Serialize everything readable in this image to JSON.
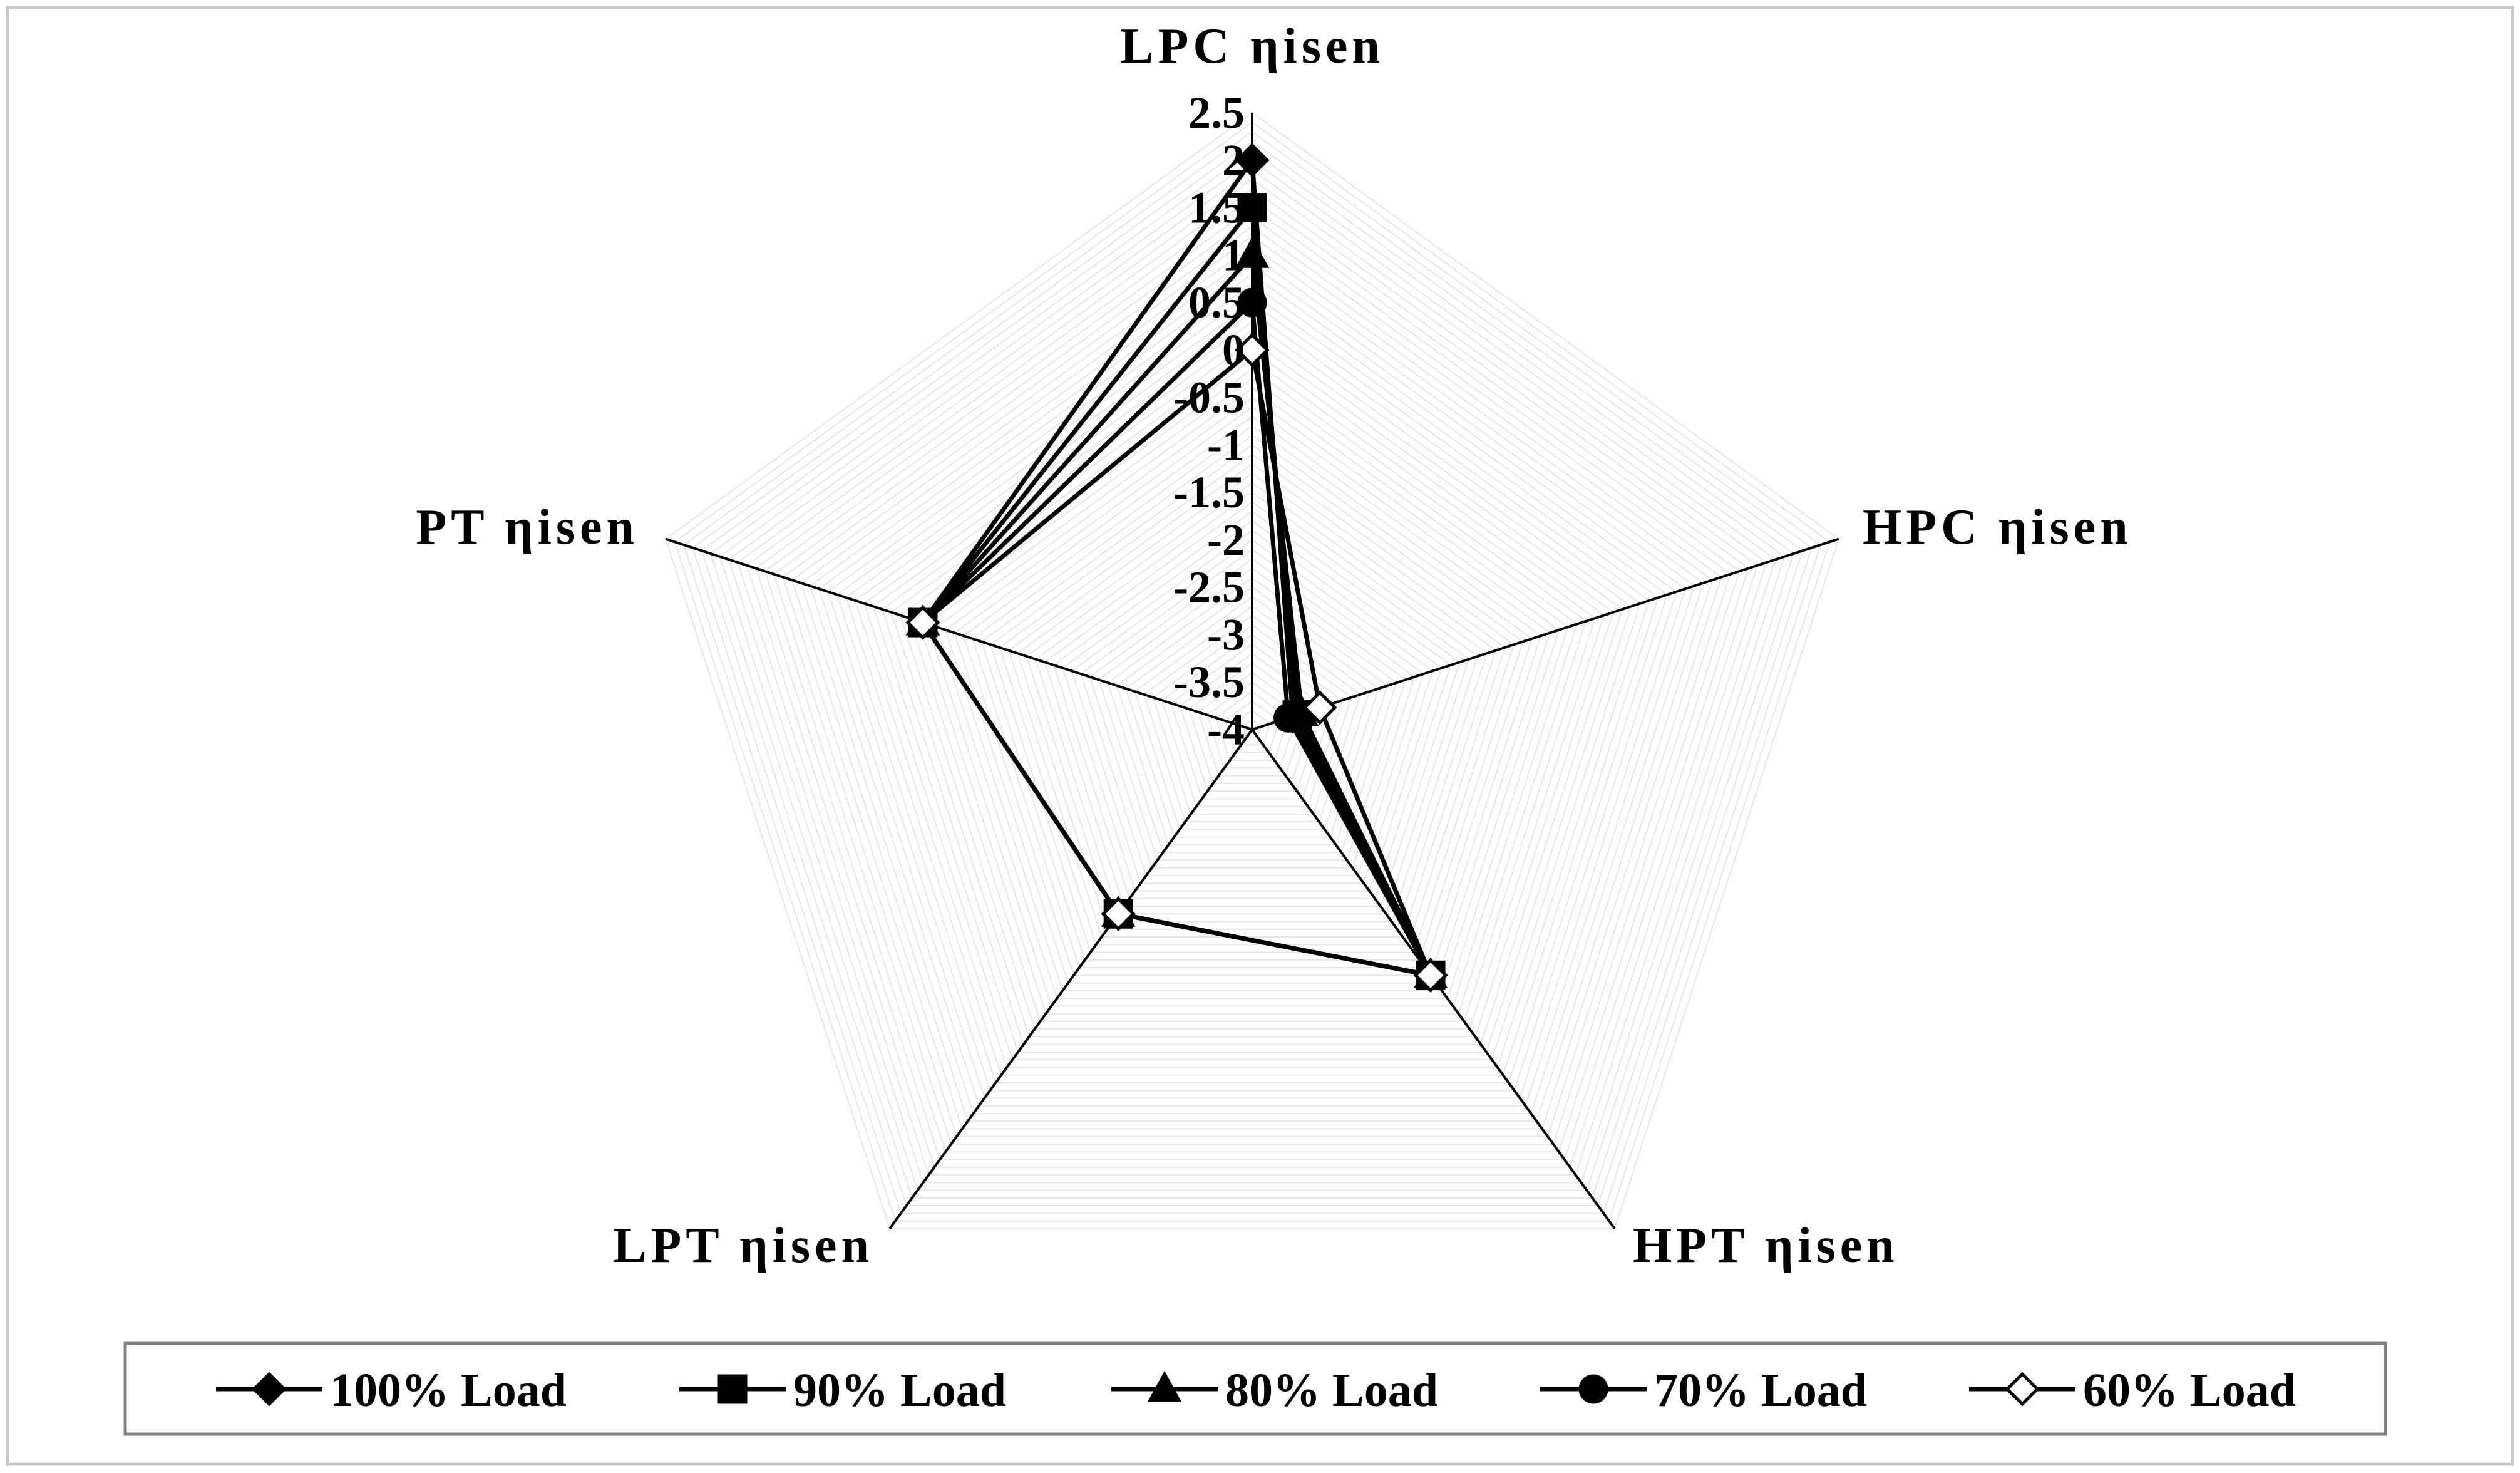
{
  "chart_data": {
    "type": "radar",
    "title": "",
    "categories": [
      "LPC ηisen",
      "HPC ηisen",
      "HPT ηisen",
      "LPT ηisen",
      "PT ηisen"
    ],
    "ticks": [
      "2.5",
      "2",
      "1.5",
      "1",
      "0.5",
      "0",
      "-0.5",
      "-1",
      "-1.5",
      "-2",
      "-2.5",
      "-3",
      "-3.5",
      "-4"
    ],
    "rlim": [
      -4,
      2.5
    ],
    "grid": true,
    "legend_position": "bottom",
    "series": [
      {
        "name": "100% Load",
        "marker": "diamond-filled",
        "values": [
          2.0,
          -3.55,
          -0.8,
          -1.6,
          -0.35
        ]
      },
      {
        "name": "90% Load",
        "marker": "square-filled",
        "values": [
          1.5,
          -3.5,
          -0.8,
          -1.6,
          -0.35
        ]
      },
      {
        "name": "80% Load",
        "marker": "triangle-filled",
        "values": [
          1.0,
          -3.45,
          -0.8,
          -1.6,
          -0.35
        ]
      },
      {
        "name": "70% Load",
        "marker": "circle-filled",
        "values": [
          0.5,
          -3.6,
          -0.8,
          -1.6,
          -0.35
        ]
      },
      {
        "name": "60% Load",
        "marker": "diamond-open",
        "values": [
          0.0,
          -3.25,
          -0.8,
          -1.6,
          -0.35
        ]
      }
    ]
  }
}
